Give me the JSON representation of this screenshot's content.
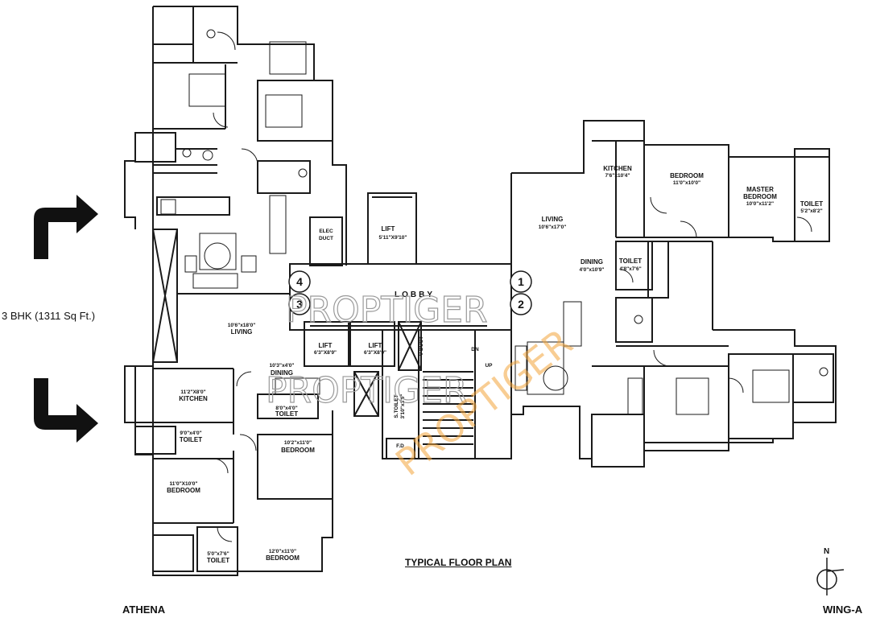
{
  "unit_label": "3 BHK (1311 Sq Ft.)",
  "plan_title": "TYPICAL FLOOR PLAN",
  "building_left": "ATHENA",
  "building_right": "WING-A",
  "north_label": "N",
  "lobby": "LOBBY",
  "flat_numbers": [
    "4",
    "3",
    "1",
    "2"
  ],
  "rooms": {
    "lift_center": [
      "LIFT",
      "5'11\"X9'10\""
    ],
    "elec_duct": [
      "ELEC",
      "DUCT"
    ],
    "living_left": [
      "10'6\"x18'0\"",
      "LIVING"
    ],
    "dining_left": [
      "10'3\"x4'0\"",
      "DINING"
    ],
    "lift_1": [
      "LIFT",
      "6'3\"X8'9\""
    ],
    "lift_2": [
      "LIFT",
      "6'3\"X8'9\""
    ],
    "duct_v": "V-DUCT",
    "dn": "DN",
    "up": "UP",
    "kitchen_left": [
      "11'2\"X8'0\"",
      "KITCHEN"
    ],
    "toilet_small_left": [
      "8'0\"x4'0\"",
      "TOILET"
    ],
    "toilet_left_2": [
      "9'0\"x4'0\"",
      "TOILET"
    ],
    "bedroom_left_1": [
      "10'2\"x11'0\"",
      "BEDROOM"
    ],
    "bedroom_left_2": [
      "11'0\"X10'0\"",
      "BEDROOM"
    ],
    "toilet_left_3": [
      "5'0\"x7'6\"",
      "TOILET"
    ],
    "bedroom_left_3": [
      "12'0\"x11'0\"",
      "BEDROOM"
    ],
    "s_toilet": [
      "S.TOILET",
      "3'10\"x3'0\""
    ],
    "fd": "F.D",
    "kitchen_right": [
      "KITCHEN",
      "7'6\"x10'4\""
    ],
    "bedroom_right": [
      "BEDROOM",
      "11'0\"x10'0\""
    ],
    "master_bedroom": [
      "MASTER",
      "BEDROOM",
      "10'0\"x11'2\""
    ],
    "toilet_right_1": [
      "TOILET",
      "5'2\"x8'2\""
    ],
    "living_right": [
      "LIVING",
      "10'6\"x17'0\""
    ],
    "dining_right": [
      "DINING",
      "4'0\"x10'9\""
    ],
    "toilet_right_2": [
      "TOILET",
      "4'8\"x7'6\""
    ]
  },
  "watermarks": [
    "PROPTIGER",
    "PROPTIGER",
    "PROPTIGER"
  ],
  "colors": {
    "line": "#1a1a1a",
    "watermark_orange": "#f3a53b",
    "watermark_gray": "#9a9a9a"
  }
}
